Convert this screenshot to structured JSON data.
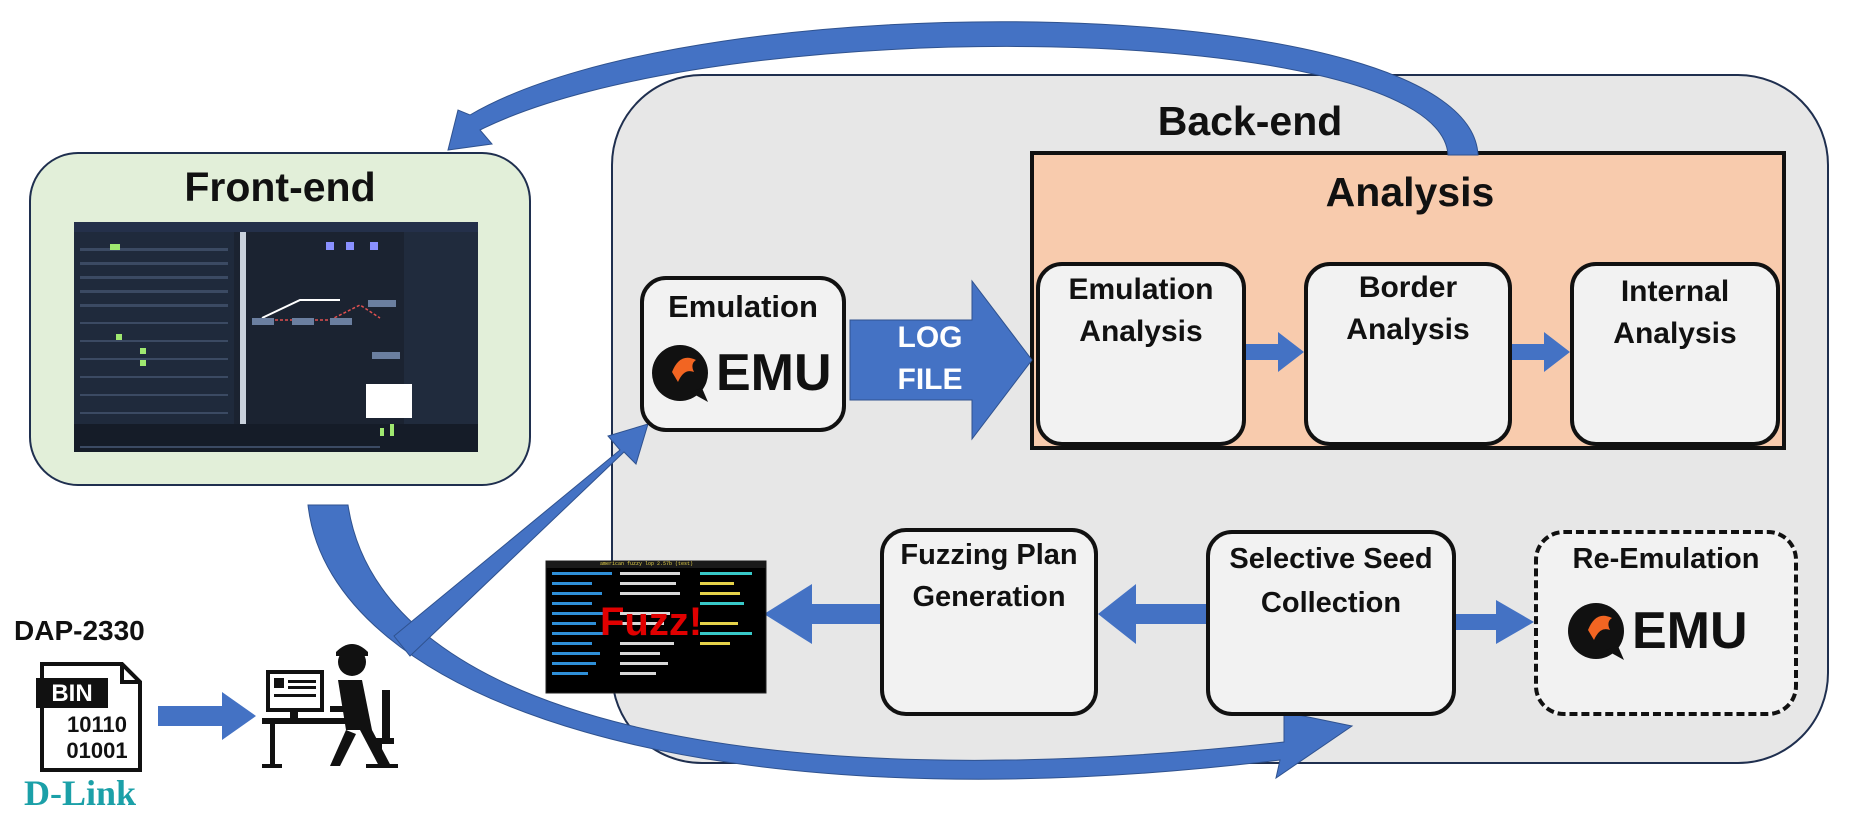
{
  "frontend": {
    "title": "Front-end"
  },
  "backend": {
    "title": "Back-end"
  },
  "analysis": {
    "title": "Analysis",
    "stages": [
      {
        "label_line1": "Emulation",
        "label_line2": "Analysis"
      },
      {
        "label_line1": "Border",
        "label_line2": "Analysis"
      },
      {
        "label_line1": "Internal",
        "label_line2": "Analysis"
      }
    ]
  },
  "emulation": {
    "title": "Emulation",
    "logo_text": "EMU"
  },
  "log_arrow": {
    "line1": "LOG",
    "line2": "FILE"
  },
  "fuzzing_plan": {
    "line1": "Fuzzing Plan",
    "line2": "Generation"
  },
  "seed_collection": {
    "line1": "Selective Seed",
    "line2": "Collection"
  },
  "reemulation": {
    "title": "Re-Emulation",
    "logo_text": "EMU"
  },
  "fuzz_terminal": {
    "overlay": "Fuzz!",
    "header": "american fuzzy lop 2.57b (test)"
  },
  "device": {
    "model": "DAP-2330",
    "file_label": "BIN",
    "bits_line1": "10110",
    "bits_line2": "01001",
    "brand": "D-Link"
  },
  "colors": {
    "arrow_blue": "#4472c4",
    "frontend_bg": "#e2efd9",
    "backend_bg": "#e7e7e7",
    "analysis_bg": "#f8cbad",
    "brand_teal": "#1ba0a8"
  }
}
